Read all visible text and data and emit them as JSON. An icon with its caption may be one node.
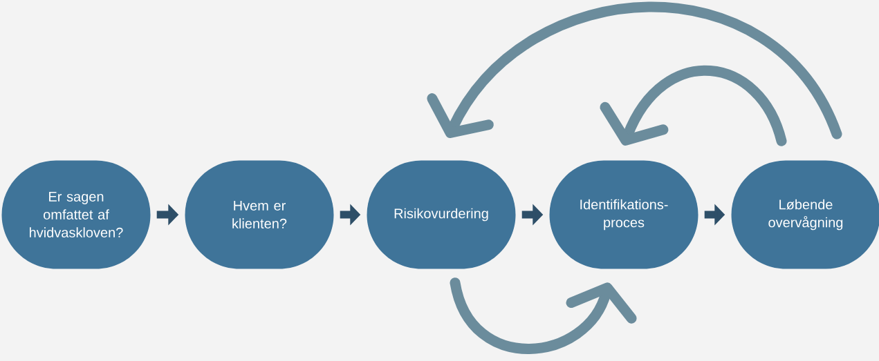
{
  "diagram": {
    "nodes": [
      {
        "text": [
          "Er sagen omfattet af hvidvaskloven?"
        ]
      },
      {
        "text": [
          "Hvem er klienten?"
        ]
      },
      {
        "text": [
          "Risikovurdering"
        ]
      },
      {
        "text": [
          "Identifikations- proces"
        ]
      },
      {
        "text": [
          "Løbende overvågning"
        ]
      }
    ],
    "edges": [
      {
        "from": 0,
        "to": 1,
        "arrow": "to"
      },
      {
        "from": 1,
        "to": 2,
        "arrow": "to"
      },
      {
        "from": 2,
        "to": 3,
        "arrow": "to"
      },
      {
        "from": 3,
        "to": 4,
        "arrow": "to"
      },
      {
        "from": 2,
        "to": 3,
        "arrow": "to",
        "color": "#6b8c9c"
      },
      {
        "from": 4,
        "to": 3,
        "arrow": "to",
        "color": "#6b8c9c"
      },
      {
        "from": 4,
        "to": 2,
        "arrow": "to",
        "color": "#6b8c9c"
      }
    ]
  }
}
